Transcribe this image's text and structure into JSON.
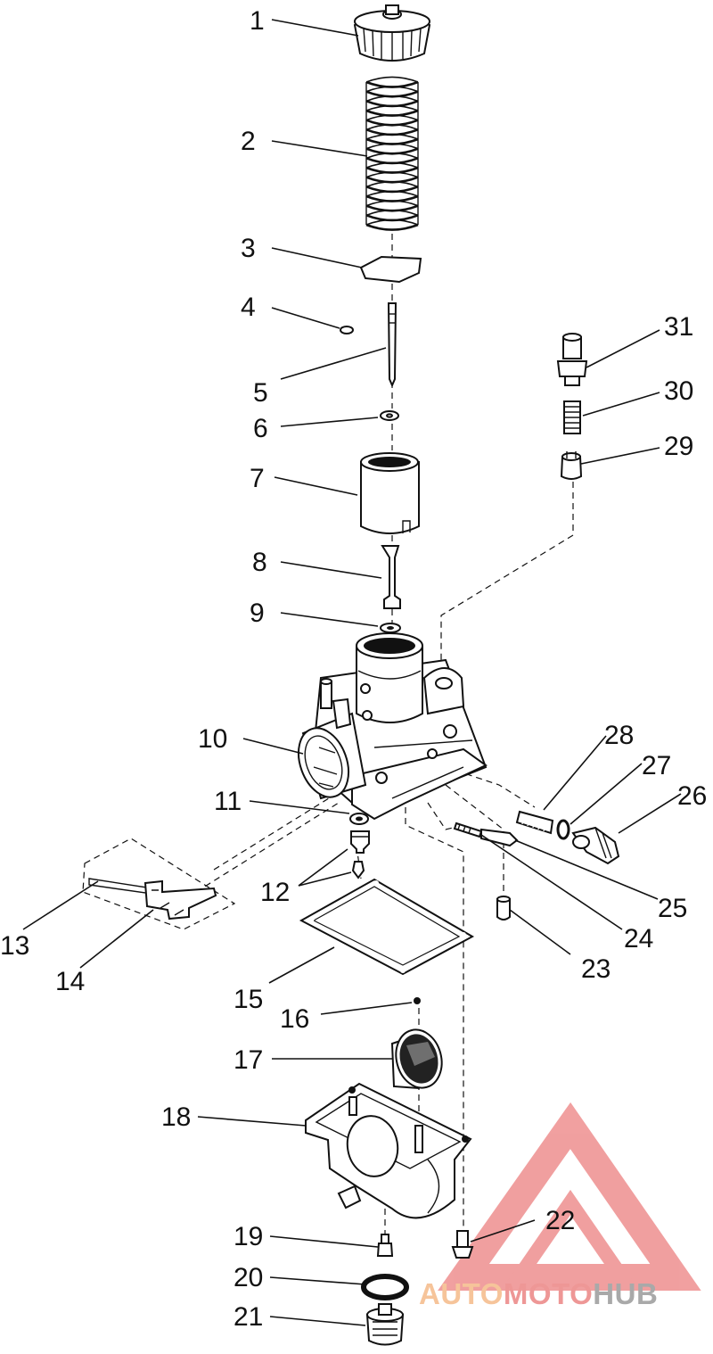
{
  "callouts": [
    "1",
    "2",
    "3",
    "4",
    "5",
    "6",
    "7",
    "8",
    "9",
    "10",
    "11",
    "12",
    "13",
    "14",
    "15",
    "16",
    "17",
    "18",
    "19",
    "20",
    "21",
    "22",
    "23",
    "24",
    "25",
    "26",
    "27",
    "28",
    "29",
    "30",
    "31"
  ],
  "watermark": {
    "part1": "AUTO",
    "part2": "MOTO",
    "part3": "HUB",
    "colors": {
      "auto": "#f6c49a",
      "moto": "#ee9796",
      "hub": "#a9a9a9",
      "triangle": "#ee8f8f"
    }
  }
}
